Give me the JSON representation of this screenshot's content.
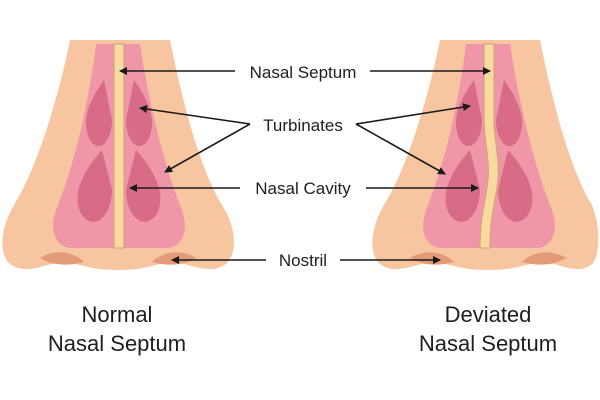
{
  "labels": {
    "nasal_septum": "Nasal Septum",
    "turbinates": "Turbinates",
    "nasal_cavity": "Nasal Cavity",
    "nostril": "Nostril"
  },
  "captions": {
    "left": {
      "line1": "Normal",
      "line2": "Nasal Septum"
    },
    "right": {
      "line1": "Deviated",
      "line2": "Nasal Septum"
    }
  },
  "colors": {
    "skin": "#f7c6a1",
    "skin_shadow": "#eab08a",
    "mucosa": "#ef97a8",
    "mucosa_dark": "#d86b86",
    "cavity": "#f5b4c2",
    "septum_fill": "#f8d9a0",
    "septum_edge": "#c9a46c"
  }
}
